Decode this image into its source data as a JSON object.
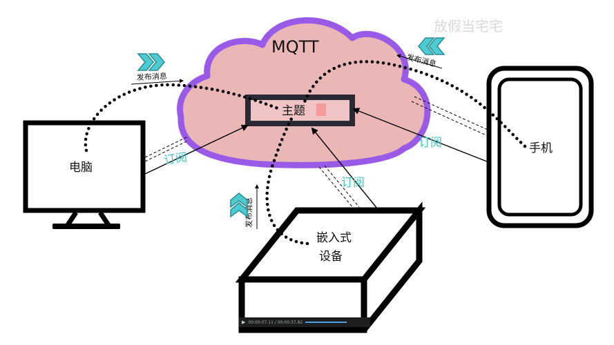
{
  "watermark": "放假当宅宅",
  "cloud": {
    "label": "MQTT",
    "fill": "#eab6b6",
    "stroke": "#9a5ae8"
  },
  "topic": {
    "label": "主题"
  },
  "devices": {
    "computer": "电脑",
    "phone": "手机",
    "embedded_line1": "嵌入式",
    "embedded_line2": "设备"
  },
  "edges": {
    "publish_computer": "发布消息",
    "publish_phone": "发布消息",
    "publish_embedded": "发布消息",
    "subscribe_computer": "订阅",
    "subscribe_phone": "订阅",
    "subscribe_embedded": "订阅"
  },
  "video": {
    "time": "00:00:07.11 / 00:00:37.82"
  },
  "colors": {
    "subscribe_text": "#3ec9c2",
    "icon": "#4ccbd3"
  }
}
